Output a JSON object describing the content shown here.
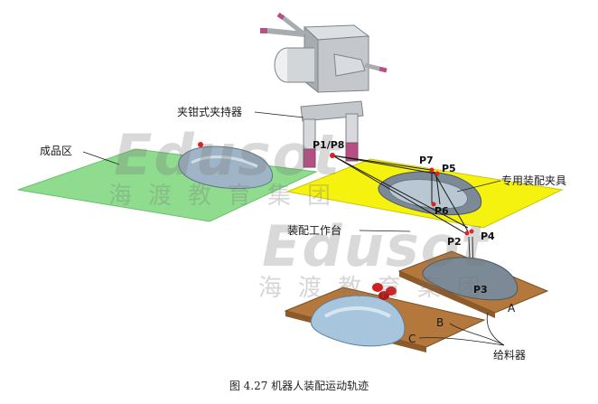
{
  "labels": {
    "gripper": "夹钳式夹持器",
    "finished_area": "成品区",
    "assembly_fixture": "专用装配夹具",
    "workbench": "装配工作台",
    "feeders": "给料器"
  },
  "points": {
    "p1p8": "P1/P8",
    "p2": "P2",
    "p3": "P3",
    "p4": "P4",
    "p5": "P5",
    "p6": "P6",
    "p7": "P7"
  },
  "feeder_letters": {
    "a": "A",
    "b": "B",
    "c": "C"
  },
  "watermark": {
    "latin_1": "Edusot",
    "cjk_1": "海渡教育集团",
    "latin_2": "Edusot",
    "cjk_2": "海渡教育集团"
  },
  "caption": "图 4.27   机器人装配运动轨迹",
  "colors": {
    "finished_area": "#8fdc8f",
    "workbench": "#f5f20f",
    "feeder_plate": "#b5783c",
    "robot_body": "#c4c8cc",
    "gripper_finger": "#b84e83",
    "waypoint": "#e02020"
  }
}
